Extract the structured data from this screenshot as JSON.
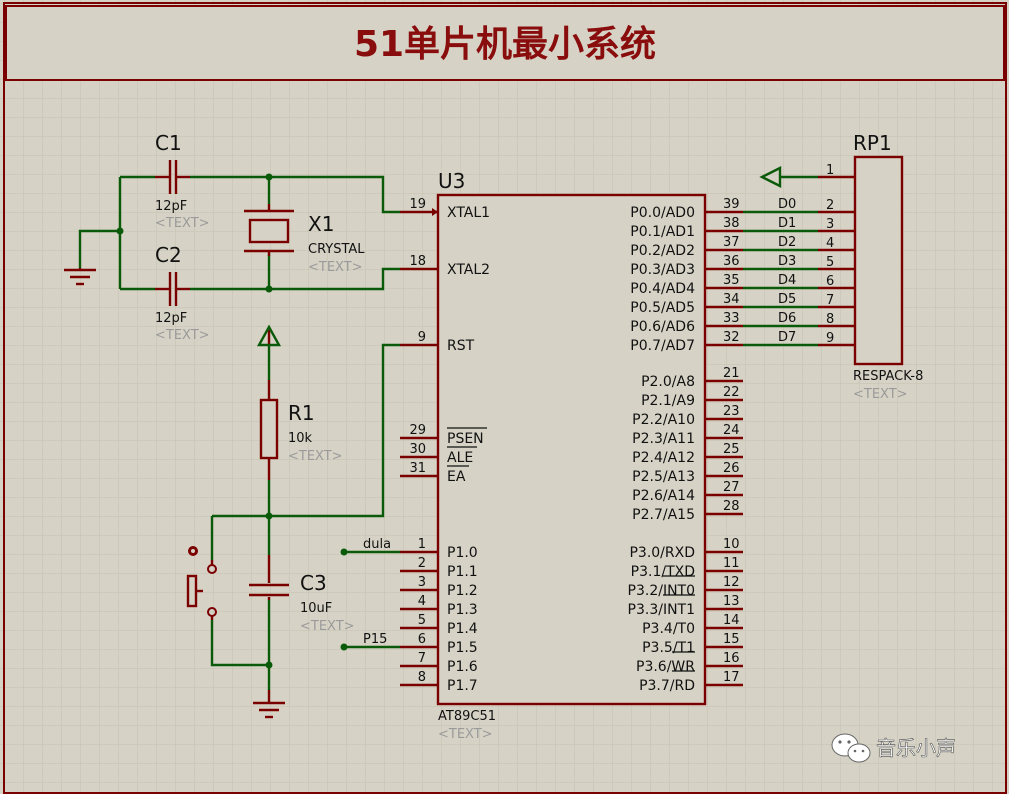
{
  "title": "51单片机最小系统",
  "components": {
    "c1": {
      "ref": "C1",
      "value": "12pF",
      "text": "<TEXT>"
    },
    "c2": {
      "ref": "C2",
      "value": "12pF",
      "text": "<TEXT>"
    },
    "x1": {
      "ref": "X1",
      "value": "CRYSTAL",
      "text": "<TEXT>"
    },
    "r1": {
      "ref": "R1",
      "value": "10k",
      "text": "<TEXT>"
    },
    "c3": {
      "ref": "C3",
      "value": "10uF",
      "text": "<TEXT>"
    },
    "u3": {
      "ref": "U3",
      "value": "AT89C51",
      "text": "<TEXT>"
    },
    "rp1": {
      "ref": "RP1",
      "value": "RESPACK-8",
      "text": "<TEXT>"
    }
  },
  "left_pins": [
    {
      "num": "19",
      "name": "XTAL1"
    },
    {
      "num": "18",
      "name": "XTAL2"
    },
    {
      "num": "9",
      "name": "RST"
    },
    {
      "num": "29",
      "name": "PSEN"
    },
    {
      "num": "30",
      "name": "ALE"
    },
    {
      "num": "31",
      "name": "EA"
    },
    {
      "num": "1",
      "name": "P1.0"
    },
    {
      "num": "2",
      "name": "P1.1"
    },
    {
      "num": "3",
      "name": "P1.2"
    },
    {
      "num": "4",
      "name": "P1.3"
    },
    {
      "num": "5",
      "name": "P1.4"
    },
    {
      "num": "6",
      "name": "P1.5"
    },
    {
      "num": "7",
      "name": "P1.6"
    },
    {
      "num": "8",
      "name": "P1.7"
    }
  ],
  "right_pins": [
    {
      "num": "39",
      "name": "P0.0/AD0"
    },
    {
      "num": "38",
      "name": "P0.1/AD1"
    },
    {
      "num": "37",
      "name": "P0.2/AD2"
    },
    {
      "num": "36",
      "name": "P0.3/AD3"
    },
    {
      "num": "35",
      "name": "P0.4/AD4"
    },
    {
      "num": "34",
      "name": "P0.5/AD5"
    },
    {
      "num": "33",
      "name": "P0.6/AD6"
    },
    {
      "num": "32",
      "name": "P0.7/AD7"
    },
    {
      "num": "21",
      "name": "P2.0/A8"
    },
    {
      "num": "22",
      "name": "P2.1/A9"
    },
    {
      "num": "23",
      "name": "P2.2/A10"
    },
    {
      "num": "24",
      "name": "P2.3/A11"
    },
    {
      "num": "25",
      "name": "P2.4/A12"
    },
    {
      "num": "26",
      "name": "P2.5/A13"
    },
    {
      "num": "27",
      "name": "P2.6/A14"
    },
    {
      "num": "28",
      "name": "P2.7/A15"
    },
    {
      "num": "10",
      "name": "P3.0/RXD"
    },
    {
      "num": "11",
      "name": "P3.1/TXD"
    },
    {
      "num": "12",
      "name": "P3.2/INT0"
    },
    {
      "num": "13",
      "name": "P3.3/INT1"
    },
    {
      "num": "14",
      "name": "P3.4/T0"
    },
    {
      "num": "15",
      "name": "P3.5/T1"
    },
    {
      "num": "16",
      "name": "P3.6/WR"
    },
    {
      "num": "17",
      "name": "P3.7/RD"
    }
  ],
  "respack_pins": [
    "1",
    "2",
    "3",
    "4",
    "5",
    "6",
    "7",
    "8",
    "9"
  ],
  "bus_labels": [
    "D0",
    "D1",
    "D2",
    "D3",
    "D4",
    "D5",
    "D6",
    "D7"
  ],
  "net_labels": {
    "dula": "dula",
    "p15": "P15"
  },
  "watermark": "音乐小声"
}
